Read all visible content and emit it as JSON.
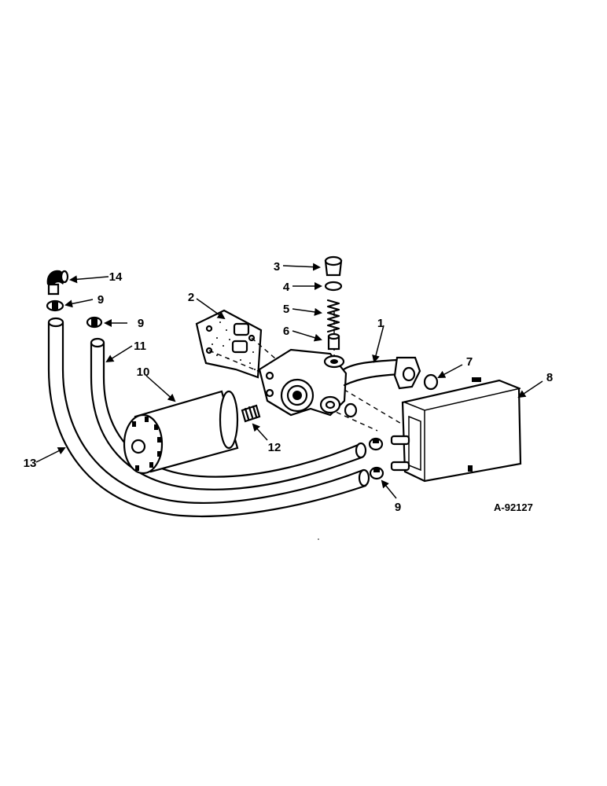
{
  "drawing_ref": "A-92127",
  "callouts": [
    {
      "id": "1",
      "label": "1"
    },
    {
      "id": "2",
      "label": "2"
    },
    {
      "id": "3",
      "label": "3"
    },
    {
      "id": "4",
      "label": "4"
    },
    {
      "id": "5",
      "label": "5"
    },
    {
      "id": "6",
      "label": "6"
    },
    {
      "id": "7",
      "label": "7"
    },
    {
      "id": "8",
      "label": "8"
    },
    {
      "id": "9a",
      "label": "9"
    },
    {
      "id": "9b",
      "label": "9"
    },
    {
      "id": "9c",
      "label": "9"
    },
    {
      "id": "10",
      "label": "10"
    },
    {
      "id": "11",
      "label": "11"
    },
    {
      "id": "12",
      "label": "12"
    },
    {
      "id": "13",
      "label": "13"
    },
    {
      "id": "14",
      "label": "14"
    }
  ]
}
